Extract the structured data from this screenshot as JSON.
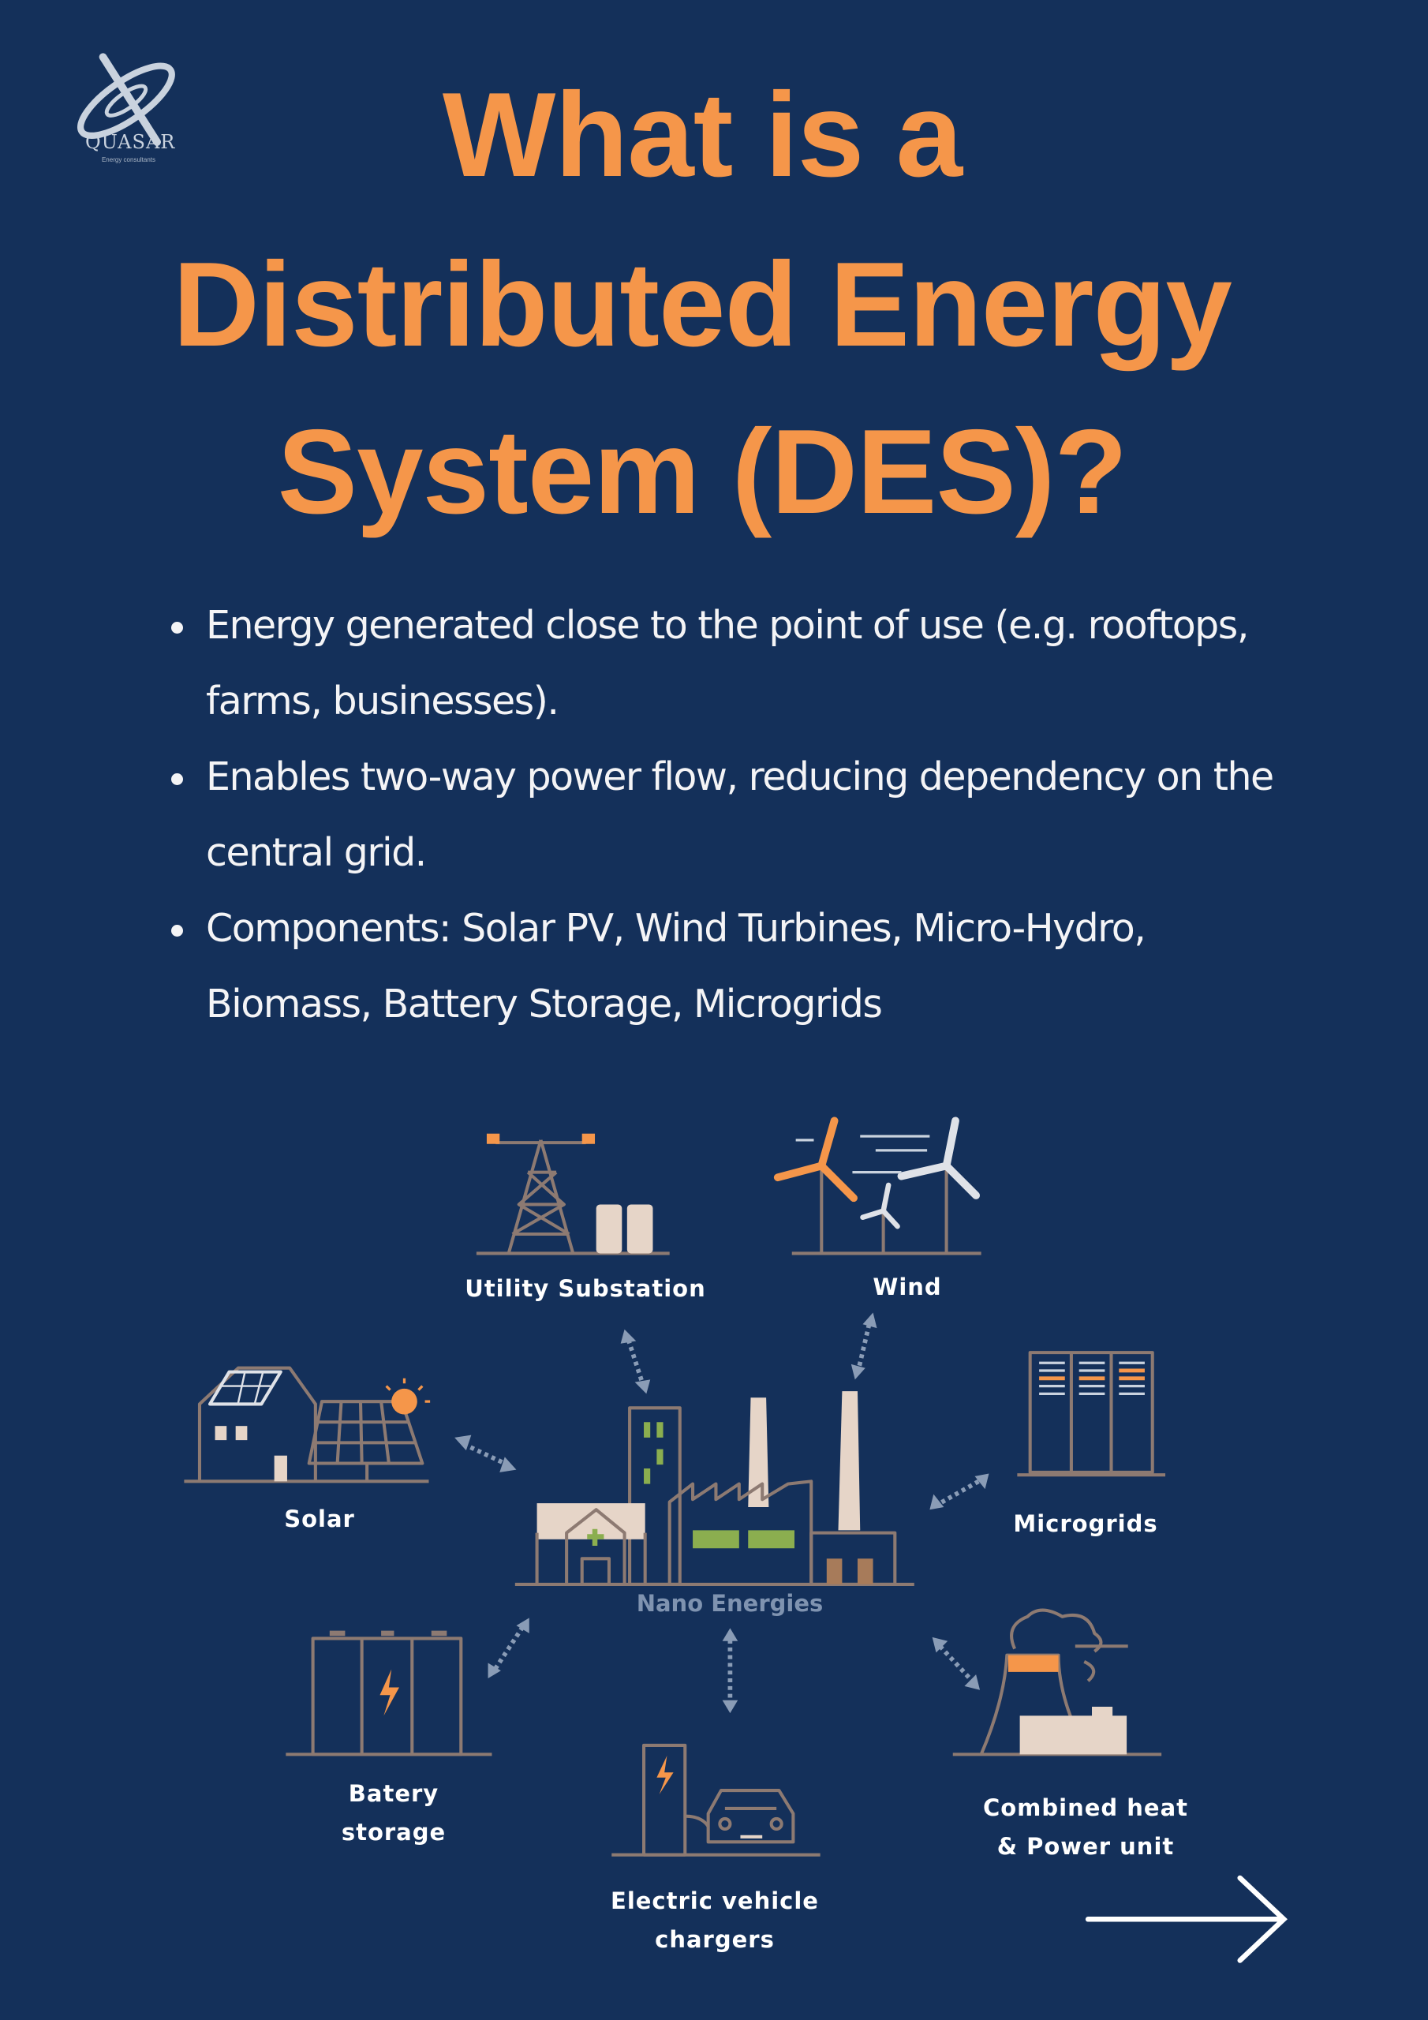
{
  "brand": {
    "name": "QUASAR",
    "tagline": "Energy consultants"
  },
  "title": {
    "lines": [
      "What is a",
      "Distributed Energy",
      "System (DES)?"
    ]
  },
  "bullets": [
    "Energy generated close to the point of use (e.g. rooftops, farms, businesses).",
    "Enables two-way power flow, reducing dependency on the central grid.",
    "Components: Solar PV, Wind Turbines, Micro-Hydro, Biomass, Battery Storage, Microgrids"
  ],
  "diagram": {
    "center": "Nano Energies",
    "nodes": {
      "substation": "Utility Substation",
      "wind": "Wind",
      "solar": "Solar",
      "microgrids": "Microgrids",
      "battery": [
        "Batery",
        "storage"
      ],
      "ev": [
        "Electric vehicle",
        "chargers"
      ],
      "chp": [
        "Combined heat",
        "& Power unit"
      ]
    }
  },
  "colors": {
    "background": "#14305a",
    "accent": "#f5964a",
    "line": "#8d7a72",
    "cream": "#e6d5c8",
    "green": "#8bae4f",
    "arrow": "#8a9cb6"
  },
  "navigation": {
    "next_icon": "arrow-right-icon"
  }
}
